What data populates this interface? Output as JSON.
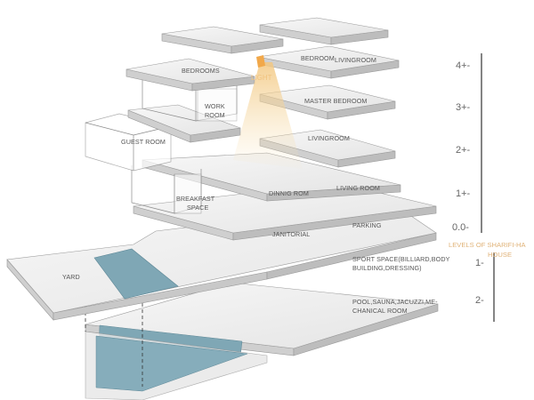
{
  "colors": {
    "slab_top": "#eeeeee",
    "slab_side": "#c9c9c9",
    "slab_edge": "#9a9a9a",
    "water": "#7fa7b5",
    "light_accent": "#f1c27d",
    "level_title": "#e0b277"
  },
  "labels": {
    "bedrooms": "BEDROOMS",
    "bedroom": "BEDROOM",
    "livingroom_top": "LIVINGROOM",
    "light": "LIGHT",
    "work_room_1": "WORK",
    "work_room_2": "ROOM",
    "master_bedroom": "MASTER BEDROOM",
    "guest_room": "GUEST ROOM",
    "livingroom_2": "LIVINGROOM",
    "breakfast_1": "BREAKFAST",
    "breakfast_2": "SPACE",
    "dinnig_rom": "DINNIG ROM",
    "living_room": "LIVING ROOM",
    "janitorial": "JANITORIAL",
    "parking": "PARKING",
    "yard": "YARD",
    "sport_1": "SPORT SPACE(BILLIARD,BODY",
    "sport_2": "BUILDING,DRESSING)",
    "pool_1": "POOL,SAUNA,JACUZZI,ME-",
    "pool_2": "CHANICAL ROOM"
  },
  "levels": {
    "items": [
      "4+-",
      "3+-",
      "2+-",
      "1+-",
      "0.0-",
      "1-",
      "2-"
    ],
    "title_1": "LEVELS OF SHARIFI-HA",
    "title_2": "HOUSE"
  }
}
